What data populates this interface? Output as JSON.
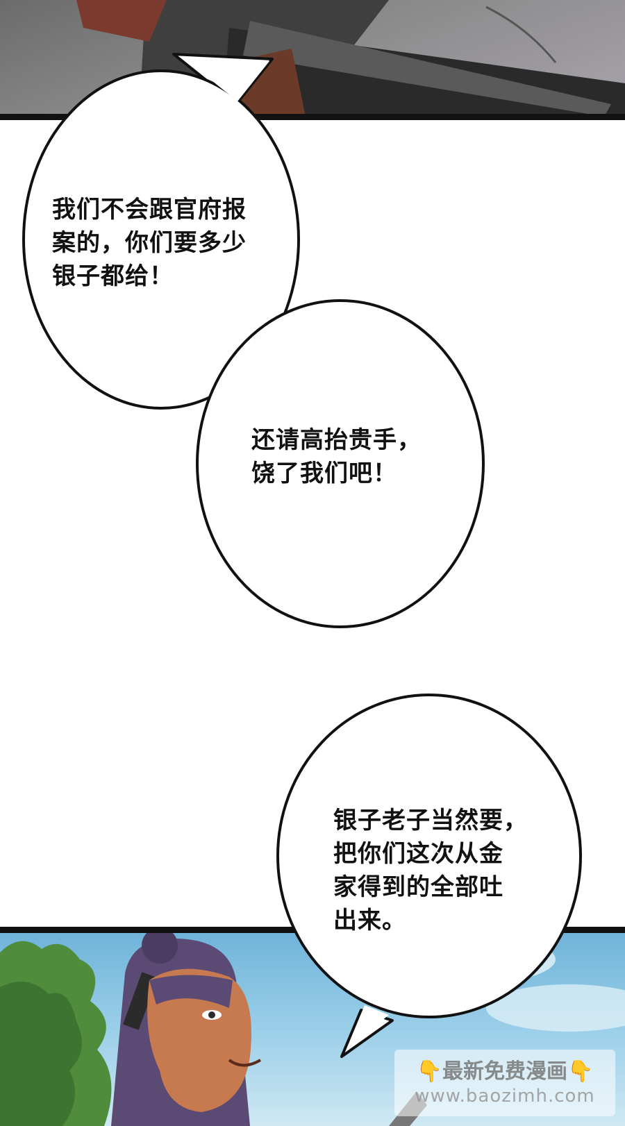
{
  "bubbles": [
    {
      "lines": "我们不会跟官府报\n案的，你们要多少\n银子都给！"
    },
    {
      "lines": "还请高抬贵手，\n饶了我们吧！"
    },
    {
      "lines": "银子老子当然要，\n把你们这次从金\n家得到的全部吐\n出来。"
    }
  ],
  "watermark": {
    "line1": "最新免费漫画",
    "emoji": "👇",
    "line2": "www.baozimh.com"
  }
}
